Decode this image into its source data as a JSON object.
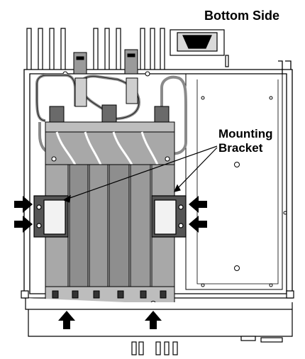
{
  "header": {
    "title": "Bottom Side"
  },
  "callout": {
    "line1": "Mounting",
    "line2": "Bracket"
  },
  "colors": {
    "ink": "#000000",
    "panel": "#d2d2d2",
    "panel_dark": "#a8a8a8",
    "module": "#8e8e8e",
    "cable": "#8a8a8a",
    "bracket": "#f2f2f2",
    "chassis": "#ffffff"
  },
  "icons": [
    "arrow-right-icon",
    "arrow-left-icon",
    "arrow-up-icon",
    "screw-icon"
  ]
}
